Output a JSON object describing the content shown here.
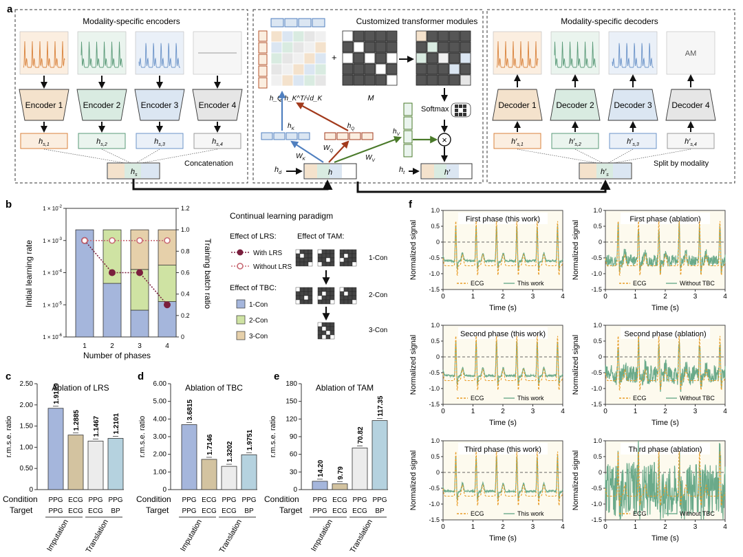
{
  "panel_labels": {
    "a": "a",
    "b": "b",
    "c": "c",
    "d": "d",
    "e": "e",
    "f": "f"
  },
  "panel_a": {
    "enc_title": "Modality-specific encoders",
    "encoders": [
      "Encoder 1",
      "Encoder 2",
      "Encoder 3",
      "Encoder 4"
    ],
    "h_s": [
      [
        "h",
        "s,1"
      ],
      [
        "h",
        "s,2"
      ],
      [
        "h",
        "s,3"
      ],
      [
        "h",
        "s,4"
      ]
    ],
    "concat_label": "Concatenation",
    "hs_base": "h",
    "hs_sub": "s",
    "tr_title": "Customized transformer modules",
    "attn_base": "h",
    "attn_rest": "h",
    "attn_sup": "T",
    "attn_sub": "Q",
    "attn_sub2": "K",
    "attn_sqrt": "/√d",
    "attn_formula": "h_Q h_K^T/√d_K",
    "m_label": "M",
    "softmax_label": "Softmax",
    "hK": "h",
    "hK_sub": "K",
    "hQ": "h",
    "hQ_sub": "Q",
    "hV": "h",
    "hV_sub": "V",
    "WK": "W",
    "WK_sub": "K",
    "WQ": "W",
    "WQ_sub": "Q",
    "WV": "W",
    "WV_sub": "V",
    "hd": "h",
    "hd_sub": "d",
    "h_mid": "h",
    "ht": "h",
    "ht_sub": "t",
    "h_prime": "h′",
    "dec_title": "Modality-specific decoders",
    "decoders": [
      "Decoder 1",
      "Decoder 2",
      "Decoder 3",
      "Decoder 4"
    ],
    "h_prime_s": [
      [
        "h′",
        "s,1"
      ],
      [
        "h′",
        "s,2"
      ],
      [
        "h′",
        "s,3"
      ],
      [
        "h′",
        "s,4"
      ]
    ],
    "am_label": "AM",
    "split_label": "Split by modality",
    "hps_base": "h′",
    "hps_sub": "s",
    "colors": {
      "orange": "#d9823b",
      "green": "#5a9a78",
      "blue": "#6b93c8",
      "gray": "#9a9a9a"
    }
  },
  "panel_b": {
    "ylabel_left": "Initial learning rate",
    "ylabel_right": "Training batch ratio",
    "xlabel": "Number of phases",
    "paradigm_title": "Continual learning paradigm",
    "lrs_title": "Effect of LRS:",
    "with_lrs": "With LRS",
    "without_lrs": "Without LRS",
    "tbc_title": "Effect of TBC:",
    "tbc_items": [
      "1-Con",
      "2-Con",
      "3-Con"
    ],
    "tam_title": "Effect of TAM:",
    "tam_labels": [
      "1-Con",
      "2-Con",
      "3-Con"
    ],
    "left_ticks": [
      {
        "b": "1 × 10",
        "e": "-2"
      },
      {
        "b": "1 × 10",
        "e": "-3"
      },
      {
        "b": "1 × 10",
        "e": "-4"
      },
      {
        "b": "1 × 10",
        "e": "-5"
      },
      {
        "b": "1 × 10",
        "e": "-6"
      }
    ],
    "right_ticks": [
      "1.2",
      "1.0",
      "0.8",
      "0.6",
      "0.4",
      "0.2",
      "0"
    ],
    "phase_ticks": [
      "1",
      "2",
      "3",
      "4"
    ]
  },
  "chart_data": [
    {
      "type": "bar",
      "title": "",
      "xlabel": "Number of phases",
      "ylabel": "Training batch ratio",
      "categories": [
        "1",
        "2",
        "3",
        "4"
      ],
      "stacked": true,
      "ylim": [
        0,
        1.2
      ],
      "series": [
        {
          "name": "1-Con",
          "values": [
            1.0,
            0.5,
            0.25,
            0.33
          ],
          "color": "#a5b6dc"
        },
        {
          "name": "2-Con",
          "values": [
            0,
            0.5,
            0.38,
            0.34
          ],
          "color": "#cfe3a3"
        },
        {
          "name": "3-Con",
          "values": [
            0,
            0,
            0.37,
            0.33
          ],
          "color": "#e6d0aa"
        }
      ],
      "lines": [
        {
          "name": "With LRS",
          "axis": "left-log",
          "values": [
            0.001,
            0.0001,
            0.0001,
            1e-05
          ],
          "color": "#7a1f3d"
        },
        {
          "name": "Without LRS",
          "axis": "left-log",
          "values": [
            0.001,
            0.001,
            0.001,
            0.001
          ],
          "color": "#c86a74"
        }
      ],
      "y2lim_log": [
        1e-06,
        0.01
      ]
    },
    {
      "type": "bar",
      "title": "Ablation of LRS",
      "ylabel": "r.m.s.e. ratio",
      "categories": [
        "PPG→PPG",
        "ECG→ECG",
        "PPG→ECG",
        "PPG→BP"
      ],
      "values": [
        1.9199,
        1.2885,
        1.1467,
        1.2101
      ],
      "ylim": [
        0,
        2.5
      ],
      "yticks": [
        "0",
        "0.50",
        "1.00",
        "1.50",
        "2.00",
        "2.50"
      ]
    },
    {
      "type": "bar",
      "title": "Ablation of TBC",
      "ylabel": "r.m.s.e. ratio",
      "categories": [
        "PPG→PPG",
        "ECG→ECG",
        "PPG→ECG",
        "PPG→BP"
      ],
      "values": [
        3.6815,
        1.7146,
        1.3202,
        1.9751
      ],
      "ylim": [
        0,
        6.0
      ],
      "yticks": [
        "0",
        "1.00",
        "2.00",
        "3.00",
        "4.00",
        "5.00",
        "6.00"
      ]
    },
    {
      "type": "bar",
      "title": "Ablation of TAM",
      "ylabel": "r.m.s.e. ratio",
      "categories": [
        "PPG→PPG",
        "ECG→ECG",
        "PPG→ECG",
        "PPG→BP"
      ],
      "values": [
        14.2,
        9.79,
        70.82,
        117.35
      ],
      "ylim": [
        0,
        180
      ],
      "yticks": [
        "0",
        "30",
        "60",
        "90",
        "120",
        "150",
        "180"
      ]
    },
    {
      "type": "line",
      "panels": [
        {
          "title": "First phase (this work)",
          "legend": [
            "ECG",
            "This work"
          ],
          "noise": 0.03
        },
        {
          "title": "First phase (ablation)",
          "legend": [
            "ECG",
            "Without TBC"
          ],
          "noise": 0.06
        },
        {
          "title": "Second phase (this work)",
          "legend": [
            "ECG",
            "This work"
          ],
          "noise": 0.03
        },
        {
          "title": "Second phase (ablation)",
          "legend": [
            "ECG",
            "Without TBC"
          ],
          "noise": 0.1
        },
        {
          "title": "Third phase (this work)",
          "legend": [
            "ECG",
            "This work"
          ],
          "noise": 0.03
        },
        {
          "title": "Third phase (ablation)",
          "legend": [
            "ECG",
            "Without TBC"
          ],
          "noise": 0.28
        }
      ],
      "xlabel": "Time (s)",
      "ylabel": "Normalized signal",
      "xlim": [
        0,
        4
      ],
      "ylim": [
        -1.5,
        1.0
      ],
      "xticks": [
        "0",
        "1",
        "2",
        "3",
        "4"
      ],
      "yticks": [
        "1.0",
        "0.5",
        "0",
        "-0.5",
        "-1.0",
        "-1.5"
      ]
    }
  ],
  "bar_labels": {
    "condition": "Condition",
    "target": "Target",
    "conds": [
      "PPG",
      "ECG",
      "PPG",
      "PPG"
    ],
    "targets": [
      "PPG",
      "ECG",
      "ECG",
      "BP"
    ],
    "group1": "Imputation",
    "group2": "Translation"
  }
}
